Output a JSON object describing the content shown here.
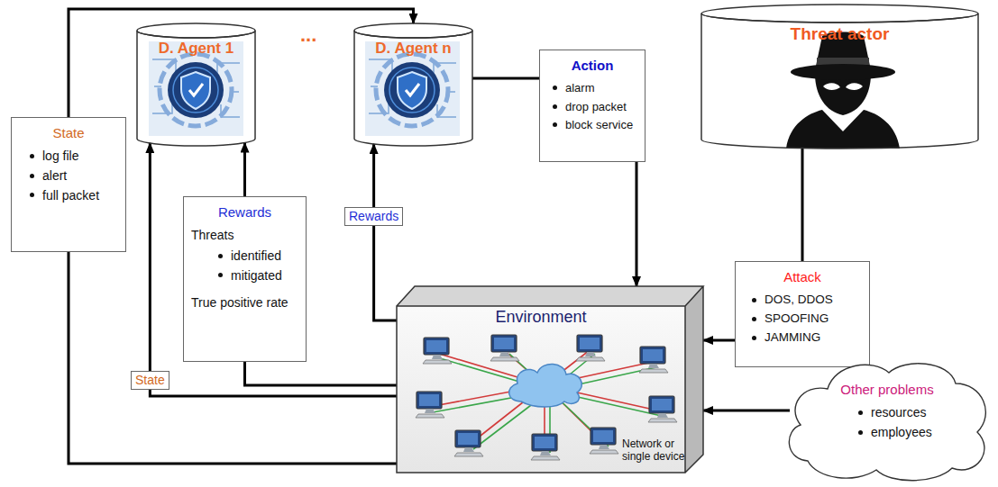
{
  "diagram": {
    "nodes": [
      {
        "text": [
          "D. Agent 1"
        ]
      },
      {
        "text": [
          "D. Agent n"
        ]
      },
      {
        "text": [
          "Action",
          "alarm",
          "drop packet",
          "block service"
        ]
      },
      {
        "text": [
          "Threat actor"
        ]
      },
      {
        "text": [
          "State",
          "log file",
          "alert",
          "full packet"
        ]
      },
      {
        "text": [
          "Rewards",
          "Threats",
          "identified",
          "mitigated",
          "True positive rate"
        ]
      },
      {
        "text": [
          "Rewards"
        ]
      },
      {
        "text": [
          "Environment",
          "Network or single device"
        ]
      },
      {
        "text": [
          "Attack",
          "DOS, DDOS",
          "SPOOFING",
          "JAMMING"
        ]
      },
      {
        "text": [
          "State"
        ]
      },
      {
        "text": [
          "Other problems",
          "resources",
          "employees"
        ]
      }
    ],
    "edges": [
      {
        "from": 7,
        "to": 4,
        "arrow": "none"
      },
      {
        "from": 4,
        "to": 1,
        "arrow": "to"
      },
      {
        "from": 7,
        "to": 9,
        "arrow": "none"
      },
      {
        "from": 9,
        "to": 0,
        "arrow": "to"
      },
      {
        "from": 7,
        "to": 5,
        "arrow": "none"
      },
      {
        "from": 5,
        "to": 0,
        "arrow": "to"
      },
      {
        "from": 7,
        "to": 6,
        "arrow": "none"
      },
      {
        "from": 6,
        "to": 1,
        "arrow": "to"
      },
      {
        "from": 1,
        "to": 2,
        "arrow": "none"
      },
      {
        "from": 2,
        "to": 7,
        "arrow": "to"
      },
      {
        "from": 3,
        "to": 8,
        "arrow": "none"
      },
      {
        "from": 8,
        "to": 7,
        "arrow": "to"
      },
      {
        "from": 10,
        "to": 7,
        "arrow": "to"
      }
    ],
    "labels": [
      "..."
    ]
  }
}
